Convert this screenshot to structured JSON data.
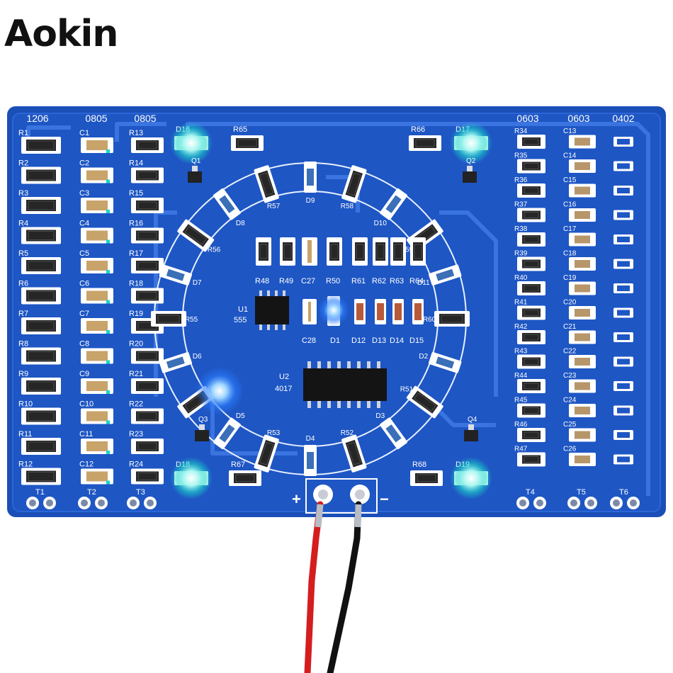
{
  "brand": {
    "logo_text": "Aokin"
  },
  "board": {
    "column_headers": [
      "1206",
      "0805",
      "0805",
      "0603",
      "0603",
      "0402"
    ],
    "left_resistors": [
      "R1",
      "R2",
      "R3",
      "R4",
      "R5",
      "R6",
      "R7",
      "R8",
      "R9",
      "R10",
      "R11",
      "R12"
    ],
    "left_caps": [
      "C1",
      "C2",
      "C3",
      "C4",
      "C5",
      "C6",
      "C7",
      "C8",
      "C9",
      "C10",
      "C11",
      "C12"
    ],
    "mid_resistors": [
      "R13",
      "R14",
      "R15",
      "R16",
      "R17",
      "R18",
      "R19",
      "R20",
      "R21",
      "R22",
      "R23",
      "R24"
    ],
    "right_resistors": [
      "R34",
      "R35",
      "R36",
      "R37",
      "R38",
      "R39",
      "R40",
      "R41",
      "R42",
      "R43",
      "R44",
      "R45",
      "R46",
      "R47"
    ],
    "right_caps": [
      "C13",
      "C14",
      "C15",
      "C16",
      "C17",
      "C18",
      "C19",
      "C20",
      "C21",
      "C22",
      "C23",
      "C24",
      "C25",
      "C26"
    ],
    "corner_leds": [
      "D16",
      "D17",
      "D18",
      "D19"
    ],
    "corner_resistors": [
      "R65",
      "R66",
      "R67",
      "R68"
    ],
    "transistors": [
      "Q1",
      "Q2",
      "Q3",
      "Q4"
    ],
    "test_points": [
      "T1",
      "T2",
      "T3",
      "T4",
      "T5",
      "T6"
    ],
    "ring_labels": [
      "D9",
      "R58",
      "D10",
      "R59",
      "D11",
      "R60",
      "D2",
      "R51",
      "D3",
      "R52",
      "D4",
      "R53",
      "D5",
      "R54",
      "D6",
      "R55",
      "D7",
      "R56",
      "D8",
      "R57"
    ],
    "center_labels": [
      "R48",
      "R49",
      "C27",
      "R50",
      "R61",
      "R62",
      "R63",
      "R64",
      "U1",
      "555",
      "C28",
      "D1",
      "D12",
      "D13",
      "D14",
      "D15",
      "U2",
      "4017"
    ],
    "power": {
      "plus": "+",
      "minus": "−"
    }
  }
}
